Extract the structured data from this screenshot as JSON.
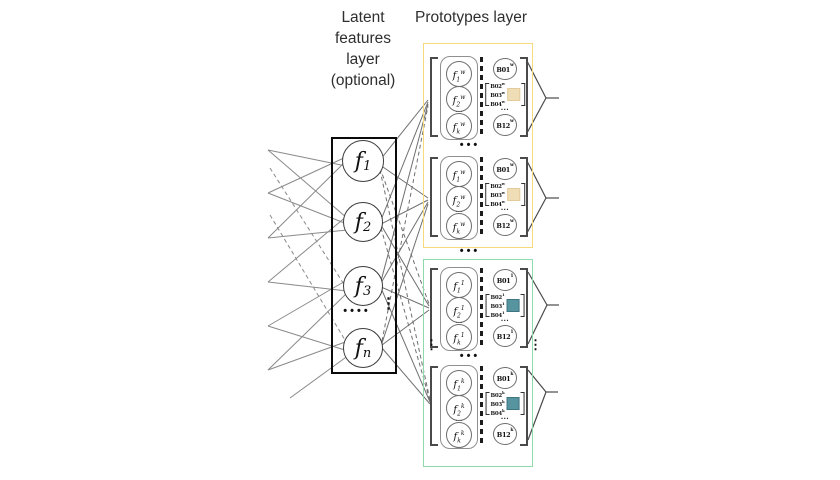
{
  "headers": {
    "latent_layer": "Latent features layer (optional)",
    "prototypes_layer": "Prototypes layer"
  },
  "latent_layer": {
    "nodes": [
      {
        "base": "f",
        "sub": "1"
      },
      {
        "base": "f",
        "sub": "2"
      },
      {
        "base": "f",
        "sub": "3"
      },
      {
        "base": "f",
        "sub": "n"
      }
    ],
    "ellipsis_horizontal": "••••",
    "ellipsis_vertical": "⋮"
  },
  "prototypes_layer": {
    "colors": {
      "top_box_border": "#f7d97e",
      "bottom_box_border": "#8fd9ad",
      "top_swatch": "#efddb6",
      "bottom_swatch": "#56949f"
    },
    "between_group_dots": "•••",
    "side_dots": "⋮",
    "groups": [
      {
        "f_nodes": [
          {
            "base": "f",
            "sub": "1",
            "sup": "w"
          },
          {
            "base": "f",
            "sub": "2",
            "sup": "w"
          },
          {
            "base": "f",
            "sub": "k",
            "sup": "w"
          }
        ],
        "f_ellipsis": "…",
        "b_top": {
          "base": "B01",
          "sup": "w"
        },
        "b_stack": [
          {
            "base": "B02",
            "sup": "w"
          },
          {
            "base": "B03",
            "sup": "w"
          },
          {
            "base": "B04",
            "sup": "w"
          }
        ],
        "b_ellipsis": "...",
        "b_bottom": {
          "base": "B12",
          "sup": "w"
        }
      },
      {
        "f_nodes": [
          {
            "base": "f",
            "sub": "1",
            "sup": "w"
          },
          {
            "base": "f",
            "sub": "2",
            "sup": "w"
          },
          {
            "base": "f",
            "sub": "k",
            "sup": "w"
          }
        ],
        "f_ellipsis": "…",
        "b_top": {
          "base": "B01",
          "sup": "w"
        },
        "b_stack": [
          {
            "base": "B02",
            "sup": "w"
          },
          {
            "base": "B03",
            "sup": "w"
          },
          {
            "base": "B04",
            "sup": "w"
          }
        ],
        "b_ellipsis": "...",
        "b_bottom": {
          "base": "B12",
          "sup": "w"
        }
      },
      {
        "f_nodes": [
          {
            "base": "f",
            "sub": "1",
            "sup": "1"
          },
          {
            "base": "f",
            "sub": "2",
            "sup": "1"
          },
          {
            "base": "f",
            "sub": "k",
            "sup": "1"
          }
        ],
        "f_ellipsis": "…",
        "b_top": {
          "base": "B01",
          "sup": "1"
        },
        "b_stack": [
          {
            "base": "B02",
            "sup": "1"
          },
          {
            "base": "B03",
            "sup": "1"
          },
          {
            "base": "B04",
            "sup": "1"
          }
        ],
        "b_ellipsis": "...",
        "b_bottom": {
          "base": "B12",
          "sup": "1"
        }
      },
      {
        "f_nodes": [
          {
            "base": "f",
            "sub": "1",
            "sup": "k"
          },
          {
            "base": "f",
            "sub": "2",
            "sup": "k"
          },
          {
            "base": "f",
            "sub": "k",
            "sup": "k"
          }
        ],
        "f_ellipsis": "…",
        "b_top": {
          "base": "B01",
          "sup": "k"
        },
        "b_stack": [
          {
            "base": "B02",
            "sup": "k"
          },
          {
            "base": "B03",
            "sup": "k"
          },
          {
            "base": "B04",
            "sup": "k"
          }
        ],
        "b_ellipsis": "...",
        "b_bottom": {
          "base": "B12",
          "sup": "k"
        }
      }
    ]
  }
}
